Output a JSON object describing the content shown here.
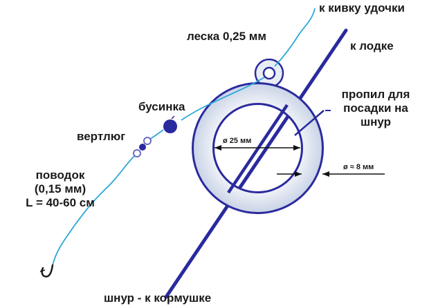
{
  "labels": {
    "to_rod_tip": "к кивку удочки",
    "line_spec": "леска 0,25 мм",
    "to_boat": "к лодке",
    "bead": "бусинка",
    "cut": [
      "пропил для",
      "посадки на",
      "шнур"
    ],
    "swivel": "вертлюг",
    "leader": [
      "поводок",
      "(0,15 мм)",
      "L = 40-60 см"
    ],
    "inner_diameter": "ø 25 мм",
    "thickness": "ø ≈ 8 мм",
    "to_feeder": "шнур - к кормушке"
  },
  "colors": {
    "cord": "#2a2a9e",
    "line": "#2aa7d8",
    "ring_fill": "#eef2f8",
    "ring_stroke": "#2a2a9e",
    "text": "#1a1a1a"
  }
}
